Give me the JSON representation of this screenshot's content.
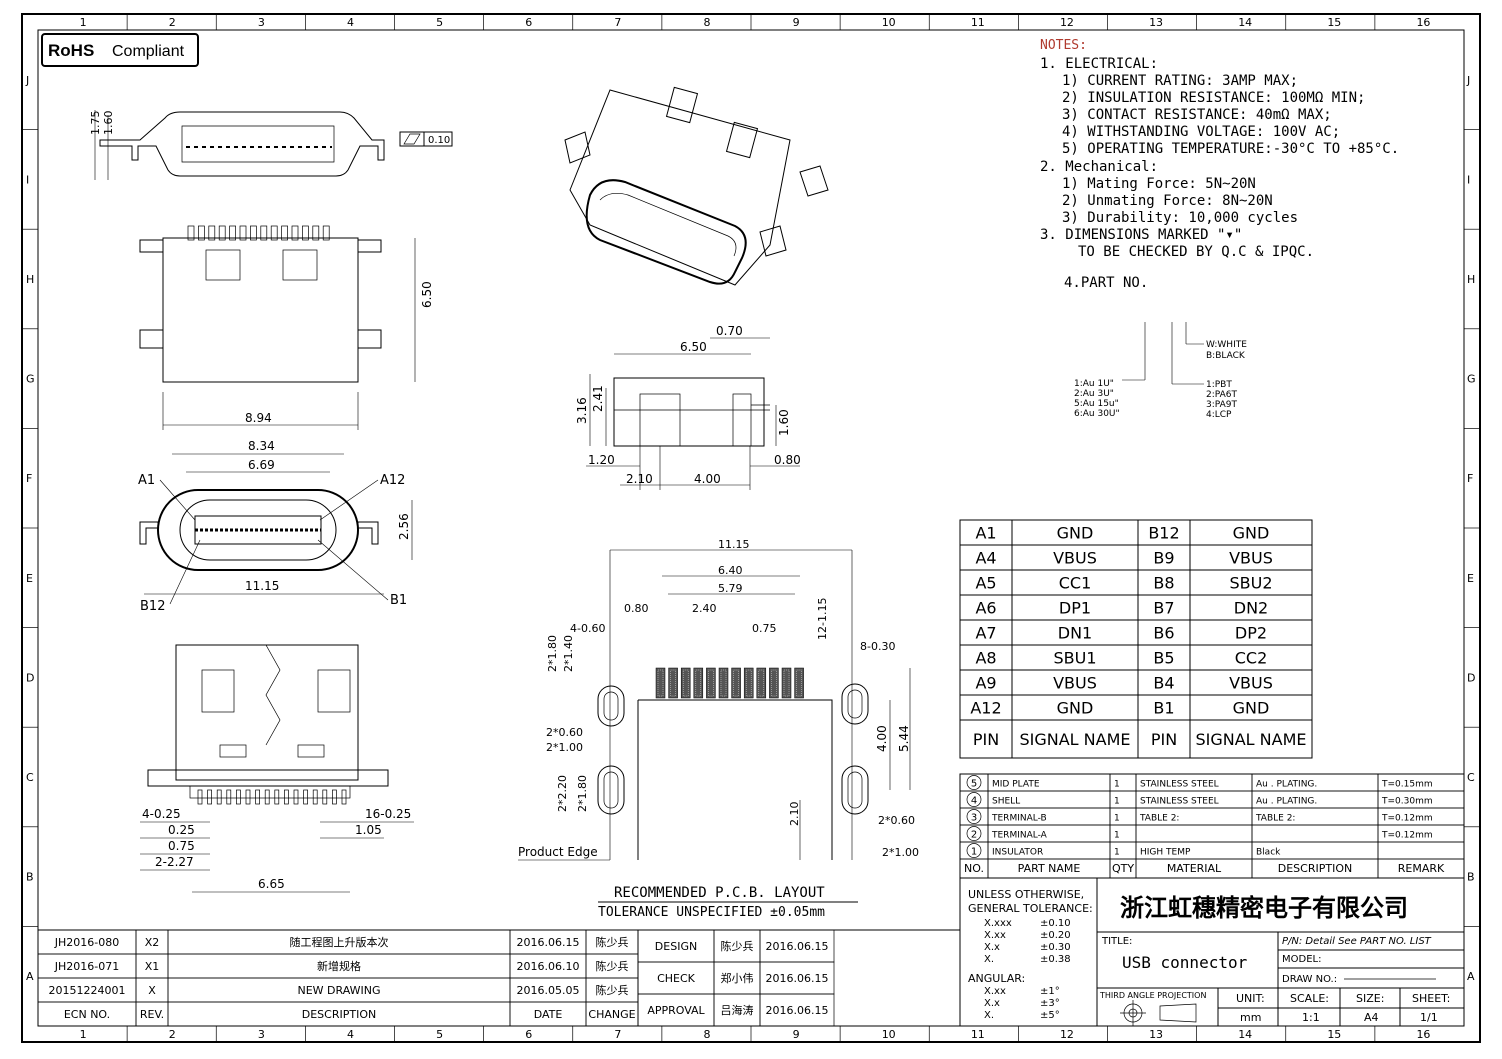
{
  "frame": {
    "col_labels": [
      "1",
      "2",
      "3",
      "4",
      "5",
      "6",
      "7",
      "8",
      "9",
      "10",
      "11",
      "12",
      "13",
      "14",
      "15",
      "16"
    ],
    "row_labels": [
      "J",
      "I",
      "H",
      "G",
      "F",
      "E",
      "D",
      "C",
      "B",
      "A"
    ]
  },
  "badge": {
    "rohs": "RoHS",
    "compliant": "Compliant"
  },
  "notes": {
    "title": "NOTES:",
    "lines": [
      "1. ELECTRICAL:",
      "1) CURRENT RATING: 3AMP MAX;",
      "2) INSULATION RESISTANCE: 100MΩ MIN;",
      "3) CONTACT RESISTANCE: 40mΩ MAX;",
      "4) WITHSTANDING VOLTAGE: 100V AC;",
      "5) OPERATING TEMPERATURE:-30°C TO +85°C.",
      "2. Mechanical:",
      "1) Mating Force:  5N~20N",
      "2) Unmating Force:  8N~20N",
      "3) Durability: 10,000 cycles",
      "3. DIMENSIONS MARKED \"▾\"",
      "TO BE CHECKED BY Q.C & IPQC.",
      "4.PART NO."
    ]
  },
  "part_no": {
    "color": [
      "W:WHITE",
      "B:BLACK"
    ],
    "plating": [
      "1:Au 1U\"",
      "2:Au 3U\"",
      "5:Au 15u\"",
      "6:Au 30U\""
    ],
    "material": [
      "1:PBT",
      "2:PA6T",
      "3:PA9T",
      "4:LCP"
    ]
  },
  "dimensions": {
    "side_view": [
      "1.75",
      "1.60",
      "0.10"
    ],
    "top_view": [
      "6.50",
      "8.94"
    ],
    "front_view": [
      "8.34",
      "6.69",
      "A1",
      "A12",
      "B12",
      "B1",
      "2.56",
      "11.15"
    ],
    "bottom_view": [
      "4-0.25",
      "16-0.25",
      "0.25",
      "1.05",
      "0.75",
      "2-2.27",
      "6.65"
    ],
    "profile_view": [
      "0.70",
      "6.50",
      "3.16",
      "2.41",
      "1.60",
      "1.20",
      "0.80",
      "2.10",
      "4.00"
    ],
    "pcb_layout": [
      "11.15",
      "6.40",
      "5.79",
      "0.80",
      "2.40",
      "0.75",
      "12-1.15",
      "4-0.60",
      "2*1.80",
      "2*1.40",
      "8-0.30",
      "5.44",
      "4.00",
      "2*0.60",
      "2*1.00",
      "2*2.20",
      "2*1.80",
      "2.10",
      "2*0.60",
      "2*1.00"
    ],
    "product_edge": "Product Edge",
    "pcb_title": "RECOMMENDED  P.C.B. LAYOUT",
    "pcb_tolerance": "TOLERANCE UNSPECIFIED ±0.05mm"
  },
  "pin_table": {
    "rows": [
      [
        "A1",
        "GND",
        "B12",
        "GND"
      ],
      [
        "A4",
        "VBUS",
        "B9",
        "VBUS"
      ],
      [
        "A5",
        "CC1",
        "B8",
        "SBU2"
      ],
      [
        "A6",
        "DP1",
        "B7",
        "DN2"
      ],
      [
        "A7",
        "DN1",
        "B6",
        "DP2"
      ],
      [
        "A8",
        "SBU1",
        "B5",
        "CC2"
      ],
      [
        "A9",
        "VBUS",
        "B4",
        "VBUS"
      ],
      [
        "A12",
        "GND",
        "B1",
        "GND"
      ]
    ],
    "header": [
      "PIN",
      "SIGNAL NAME",
      "PIN",
      "SIGNAL NAME"
    ]
  },
  "bom": {
    "rows": [
      {
        "no": "5",
        "name": "MID PLATE",
        "qty": "1",
        "material": "STAINLESS STEEL",
        "desc": "Au . PLATING.",
        "remark": "T=0.15mm"
      },
      {
        "no": "4",
        "name": "SHELL",
        "qty": "1",
        "material": "STAINLESS STEEL",
        "desc": "Au . PLATING.",
        "remark": "T=0.30mm"
      },
      {
        "no": "3",
        "name": "TERMINAL-B",
        "qty": "1",
        "material": "TABLE 2:",
        "desc": "TABLE 2:",
        "remark": "T=0.12mm"
      },
      {
        "no": "2",
        "name": "TERMINAL-A",
        "qty": "1",
        "material": "",
        "desc": "",
        "remark": "T=0.12mm"
      },
      {
        "no": "1",
        "name": "INSULATOR",
        "qty": "1",
        "material": "HIGH TEMP",
        "desc": "Black",
        "remark": ""
      }
    ],
    "header": [
      "NO.",
      "PART NAME",
      "QTY",
      "MATERIAL",
      "DESCRIPTION",
      "REMARK"
    ]
  },
  "title_block": {
    "tolerance_title": "UNLESS OTHERWISE,",
    "tolerance_title2": "GENERAL TOLERANCE:",
    "tolerances": [
      [
        "X.xxx",
        "±0.10"
      ],
      [
        "X.xx",
        "±0.20"
      ],
      [
        "X.x",
        "±0.30"
      ],
      [
        "X.",
        "±0.38"
      ]
    ],
    "angular_label": "ANGULAR:",
    "angular": [
      [
        "X.xx",
        "±1°"
      ],
      [
        "X.x",
        "±3°"
      ],
      [
        "X.",
        "±5°"
      ]
    ],
    "company": "浙江虹穗精密电子有限公司",
    "title_label": "TITLE:",
    "title": "USB connector",
    "pn_label": "P/N: Detail  See  PART  NO.  LIST",
    "model_label": "MODEL:",
    "draw_no_label": "DRAW  NO.:",
    "projection": "THIRD  ANGLE  PROJECTION",
    "unit_label": "UNIT:",
    "unit": "mm",
    "scale_label": "SCALE:",
    "scale": "1:1",
    "size_label": "SIZE:",
    "size": "A4",
    "sheet_label": "SHEET:",
    "sheet": "1/1"
  },
  "revisions": {
    "rows": [
      {
        "ecn": "JH2016-080",
        "rev": "X2",
        "desc": "随工程图上升版本次",
        "date": "2016.06.15",
        "change": "陈少兵"
      },
      {
        "ecn": "JH2016-071",
        "rev": "X1",
        "desc": "新增规格",
        "date": "2016.06.10",
        "change": "陈少兵"
      },
      {
        "ecn": "20151224001",
        "rev": "X",
        "desc": "NEW  DRAWING",
        "date": "2016.05.05",
        "change": "陈少兵"
      }
    ],
    "header": [
      "ECN  NO.",
      "REV.",
      "DESCRIPTION",
      "DATE",
      "CHANGE"
    ]
  },
  "approvals": [
    {
      "role": "DESIGN",
      "name": "陈少兵",
      "date": "2016.06.15"
    },
    {
      "role": "CHECK",
      "name": "郑小伟",
      "date": "2016.06.15"
    },
    {
      "role": "APPROVAL",
      "name": "吕海涛",
      "date": "2016.06.15"
    }
  ]
}
